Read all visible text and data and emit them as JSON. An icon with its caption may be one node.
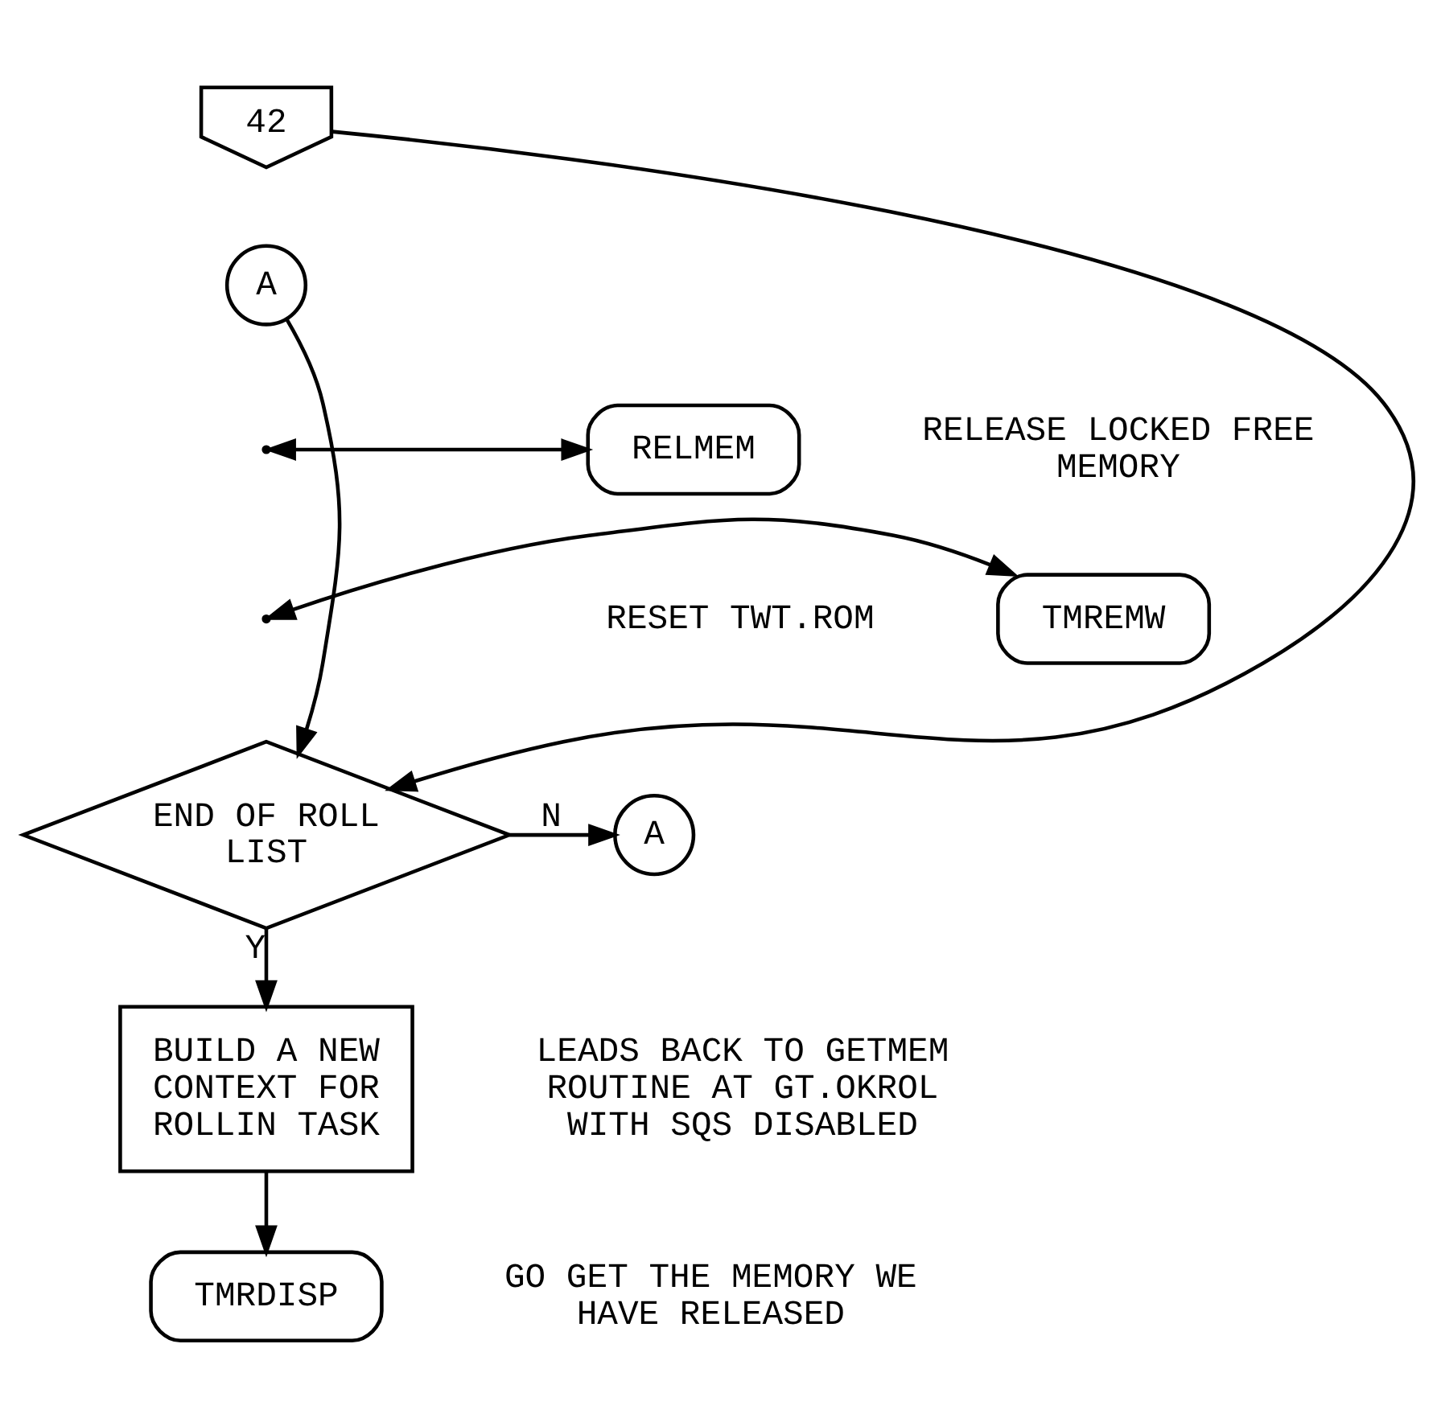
{
  "diagram": {
    "nodes": [
      {
        "text": [
          "42"
        ]
      },
      {
        "text": [
          "A"
        ]
      },
      {
        "text": [
          "RELMEM"
        ],
        "beside": [
          "RELEASE LOCKED FREE MEMORY"
        ]
      },
      {
        "text": [
          "TMREMW"
        ],
        "beside": [
          "RESET TWT.ROM"
        ]
      },
      {
        "text": [
          "END OF ROLL LIST"
        ]
      },
      {
        "text": [
          "A"
        ]
      },
      {
        "text": [
          "BUILD A NEW CONTEXT FOR ROLLIN TASK"
        ],
        "beside": [
          "LEADS BACK TO GETMEM ROUTINE AT GT.OKROL WITH SQS DISABLED"
        ]
      },
      {
        "text": [
          "TMRDISP"
        ],
        "beside": [
          "GO GET THE MEMORY WE HAVE RELEASED"
        ]
      }
    ],
    "edges": [
      {
        "from": 0,
        "to": 4,
        "arrow": "to"
      },
      {
        "from": 1,
        "to": 4,
        "arrow": "to"
      },
      {
        "from": null,
        "to": 2,
        "arrow": "both"
      },
      {
        "from": 3,
        "to": null,
        "arrow": "both"
      },
      {
        "from": 4,
        "to": 5,
        "arrow": "to",
        "label": "N"
      },
      {
        "from": 4,
        "to": 6,
        "arrow": "to",
        "label": "Y"
      },
      {
        "from": 6,
        "to": 7,
        "arrow": "to"
      }
    ]
  }
}
